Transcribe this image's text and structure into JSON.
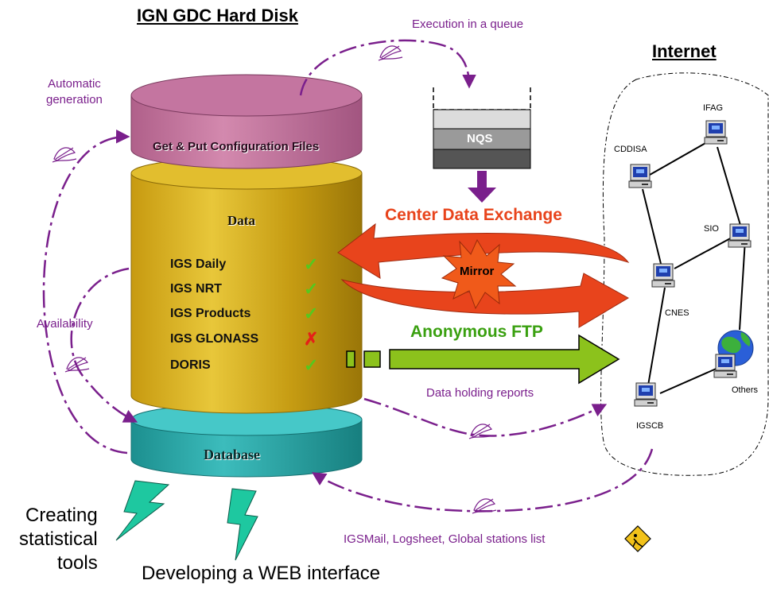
{
  "disk_title": "IGN GDC Hard Disk",
  "internet_title": "Internet",
  "annotations": {
    "execution_queue": "Execution in a queue",
    "automatic_generation": "Automatic\ngeneration",
    "availability": "Availability",
    "data_holding_reports": "Data holding reports",
    "igsmail": "IGSMail, Logsheet, Global stations list"
  },
  "disk": {
    "config_label": "Get & Put Configuration Files",
    "data_label": "Data",
    "database_label": "Database"
  },
  "datasets": [
    {
      "name": "IGS Daily",
      "status": "ok",
      "mark": "✓"
    },
    {
      "name": "IGS NRT",
      "status": "ok",
      "mark": "✓"
    },
    {
      "name": "IGS Products",
      "status": "ok",
      "mark": "✓"
    },
    {
      "name": "IGS GLONASS",
      "status": "fail",
      "mark": "✗"
    },
    {
      "name": "DORIS",
      "status": "ok",
      "mark": "✓"
    }
  ],
  "queue_label": "NQS",
  "exchange": {
    "title": "Center Data Exchange",
    "mirror": "Mirror",
    "anonymous_ftp": "Anonymous FTP"
  },
  "nodes": {
    "ifag": "IFAG",
    "cddisa": "CDDISA",
    "sio": "SIO",
    "cnes": "CNES",
    "igscb": "IGSCB",
    "others": "Others"
  },
  "bottom": {
    "statistical_tools": "Creating\nstatistical\ntools",
    "web_interface": "Developing a WEB interface"
  },
  "colors": {
    "annotation": "#7a1f8c",
    "config_layer": "#c07098",
    "data_layer": "#c4a010",
    "database_layer": "#2aa3a3",
    "exchange_arrow": "#e8441c",
    "ftp_arrow": "#8cc21c",
    "ok_mark": "#55c81e",
    "fail_mark": "#e52018",
    "lightning": "#1ec8a0"
  }
}
